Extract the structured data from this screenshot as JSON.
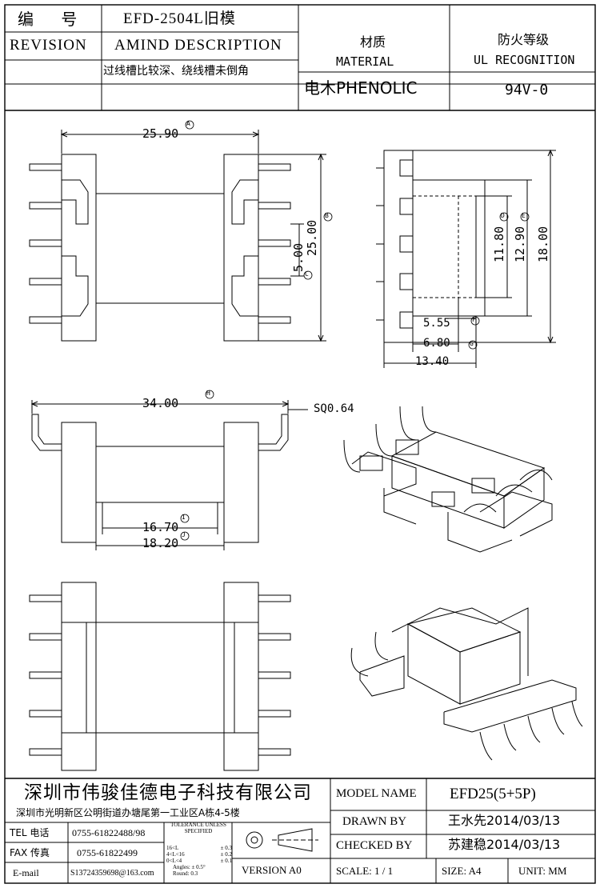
{
  "header": {
    "code_label": "编 号",
    "code_value": "EFD-2504L旧模",
    "revision_label": "REVISION",
    "description_label": "AMIND DESCRIPTION",
    "description_value": "过线槽比较深、绕线槽未倒角",
    "material_cn": "材质",
    "material_en": "MATERIAL",
    "material_value": "电木PHENOLIC",
    "ul_cn": "防火等级",
    "ul_en": "UL RECOGNITION",
    "ul_value": "94V-0"
  },
  "dimensions": {
    "top_view_width": "25.90",
    "top_view_width_tag": "A",
    "top_view_height": "25.00",
    "top_view_height_tag": "B",
    "slot": "5.00",
    "slot_tag": "C",
    "side_core": "11.80",
    "side_core_tag": "D",
    "side_inner": "12.90",
    "side_inner_tag": "E",
    "side_height": "18.00",
    "side_w1": "5.55",
    "side_w1_tag": "F",
    "side_w2": "6.80",
    "side_w2_tag": "G",
    "side_w3": "13.40",
    "front_width": "34.00",
    "front_width_tag": "H",
    "pin_square": "SQ0.64",
    "front_inner": "16.70",
    "front_inner_tag": "I",
    "front_outer": "18.20",
    "front_outer_tag": "J"
  },
  "title_block": {
    "company": "深圳市伟骏佳德电子科技有限公司",
    "address": "深圳市光明新区公明街道办塘尾第一工业区A栋4-5楼",
    "tel_label": "TEL 电话",
    "tel_value": "0755-61822488/98",
    "fax_label": "FAX 传真",
    "fax_value": "0755-61822499",
    "email_label": "E-mail",
    "email_value": "S13724359698@163.com",
    "tolerance_title": "TOLERANCE UNLESS SPECIFIED",
    "tolerance_rows": [
      {
        "range": "16<L",
        "tol": "± 0.3"
      },
      {
        "range": "4<L<16",
        "tol": "± 0.2"
      },
      {
        "range": "0<L<4",
        "tol": "± 0.1"
      },
      {
        "range": "Angles: ± 0.5°",
        "tol": ""
      },
      {
        "range": "Round: 0.3",
        "tol": ""
      }
    ],
    "version": "VERSION A0",
    "model_label": "MODEL NAME",
    "model_value": "EFD25(5+5P)",
    "drawn_label": "DRAWN BY",
    "drawn_value": "王水先2014/03/13",
    "checked_label": "CHECKED BY",
    "checked_value": "苏建稳2014/03/13",
    "scale": "SCALE: 1 / 1",
    "size": "SIZE: A4",
    "unit": "UNIT: MM"
  }
}
